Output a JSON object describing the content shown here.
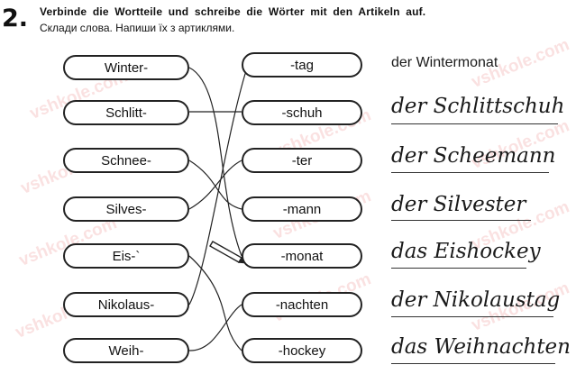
{
  "exercise": {
    "number": "2.",
    "instruction_de": "Verbinde die Wortteile und schreibe die Wörter mit den Artikeln auf.",
    "instruction_uk": "Склади слова. Напиши їх з артиклями."
  },
  "left_parts": [
    "Winter-",
    "Schlitt-",
    "Schnee-",
    "Silves-",
    "Eis-`",
    "Nikolaus-",
    "Weih-"
  ],
  "right_parts": [
    "-tag",
    "-schuh",
    "-ter",
    "-mann",
    "-monat",
    "-nachten",
    "-hockey"
  ],
  "answers": [
    "der Wintermonat",
    "der Schlittschuh",
    "der Scheemann",
    "der Silvester",
    "das Eishockey",
    "der Nikolaustag",
    "das Weihnachten"
  ],
  "watermark": "vshkole.com"
}
